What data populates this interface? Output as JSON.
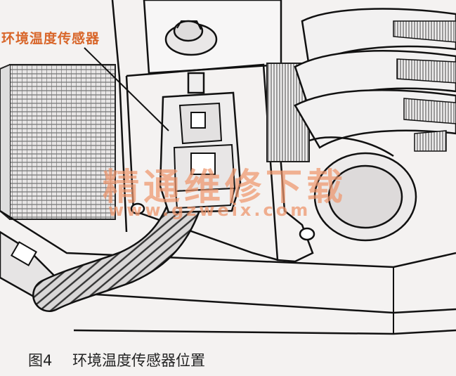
{
  "callout_label": "环境温度传感器",
  "watermark": {
    "text_cn": "精通维修下载",
    "url": "www.gzweix.com"
  },
  "caption": {
    "number": "图4",
    "title": "环境温度传感器位置"
  },
  "colors": {
    "callout": "#d8662a",
    "watermark": "#ee966c",
    "line": "#1a1a1a",
    "paper": "#f4f2f1"
  }
}
